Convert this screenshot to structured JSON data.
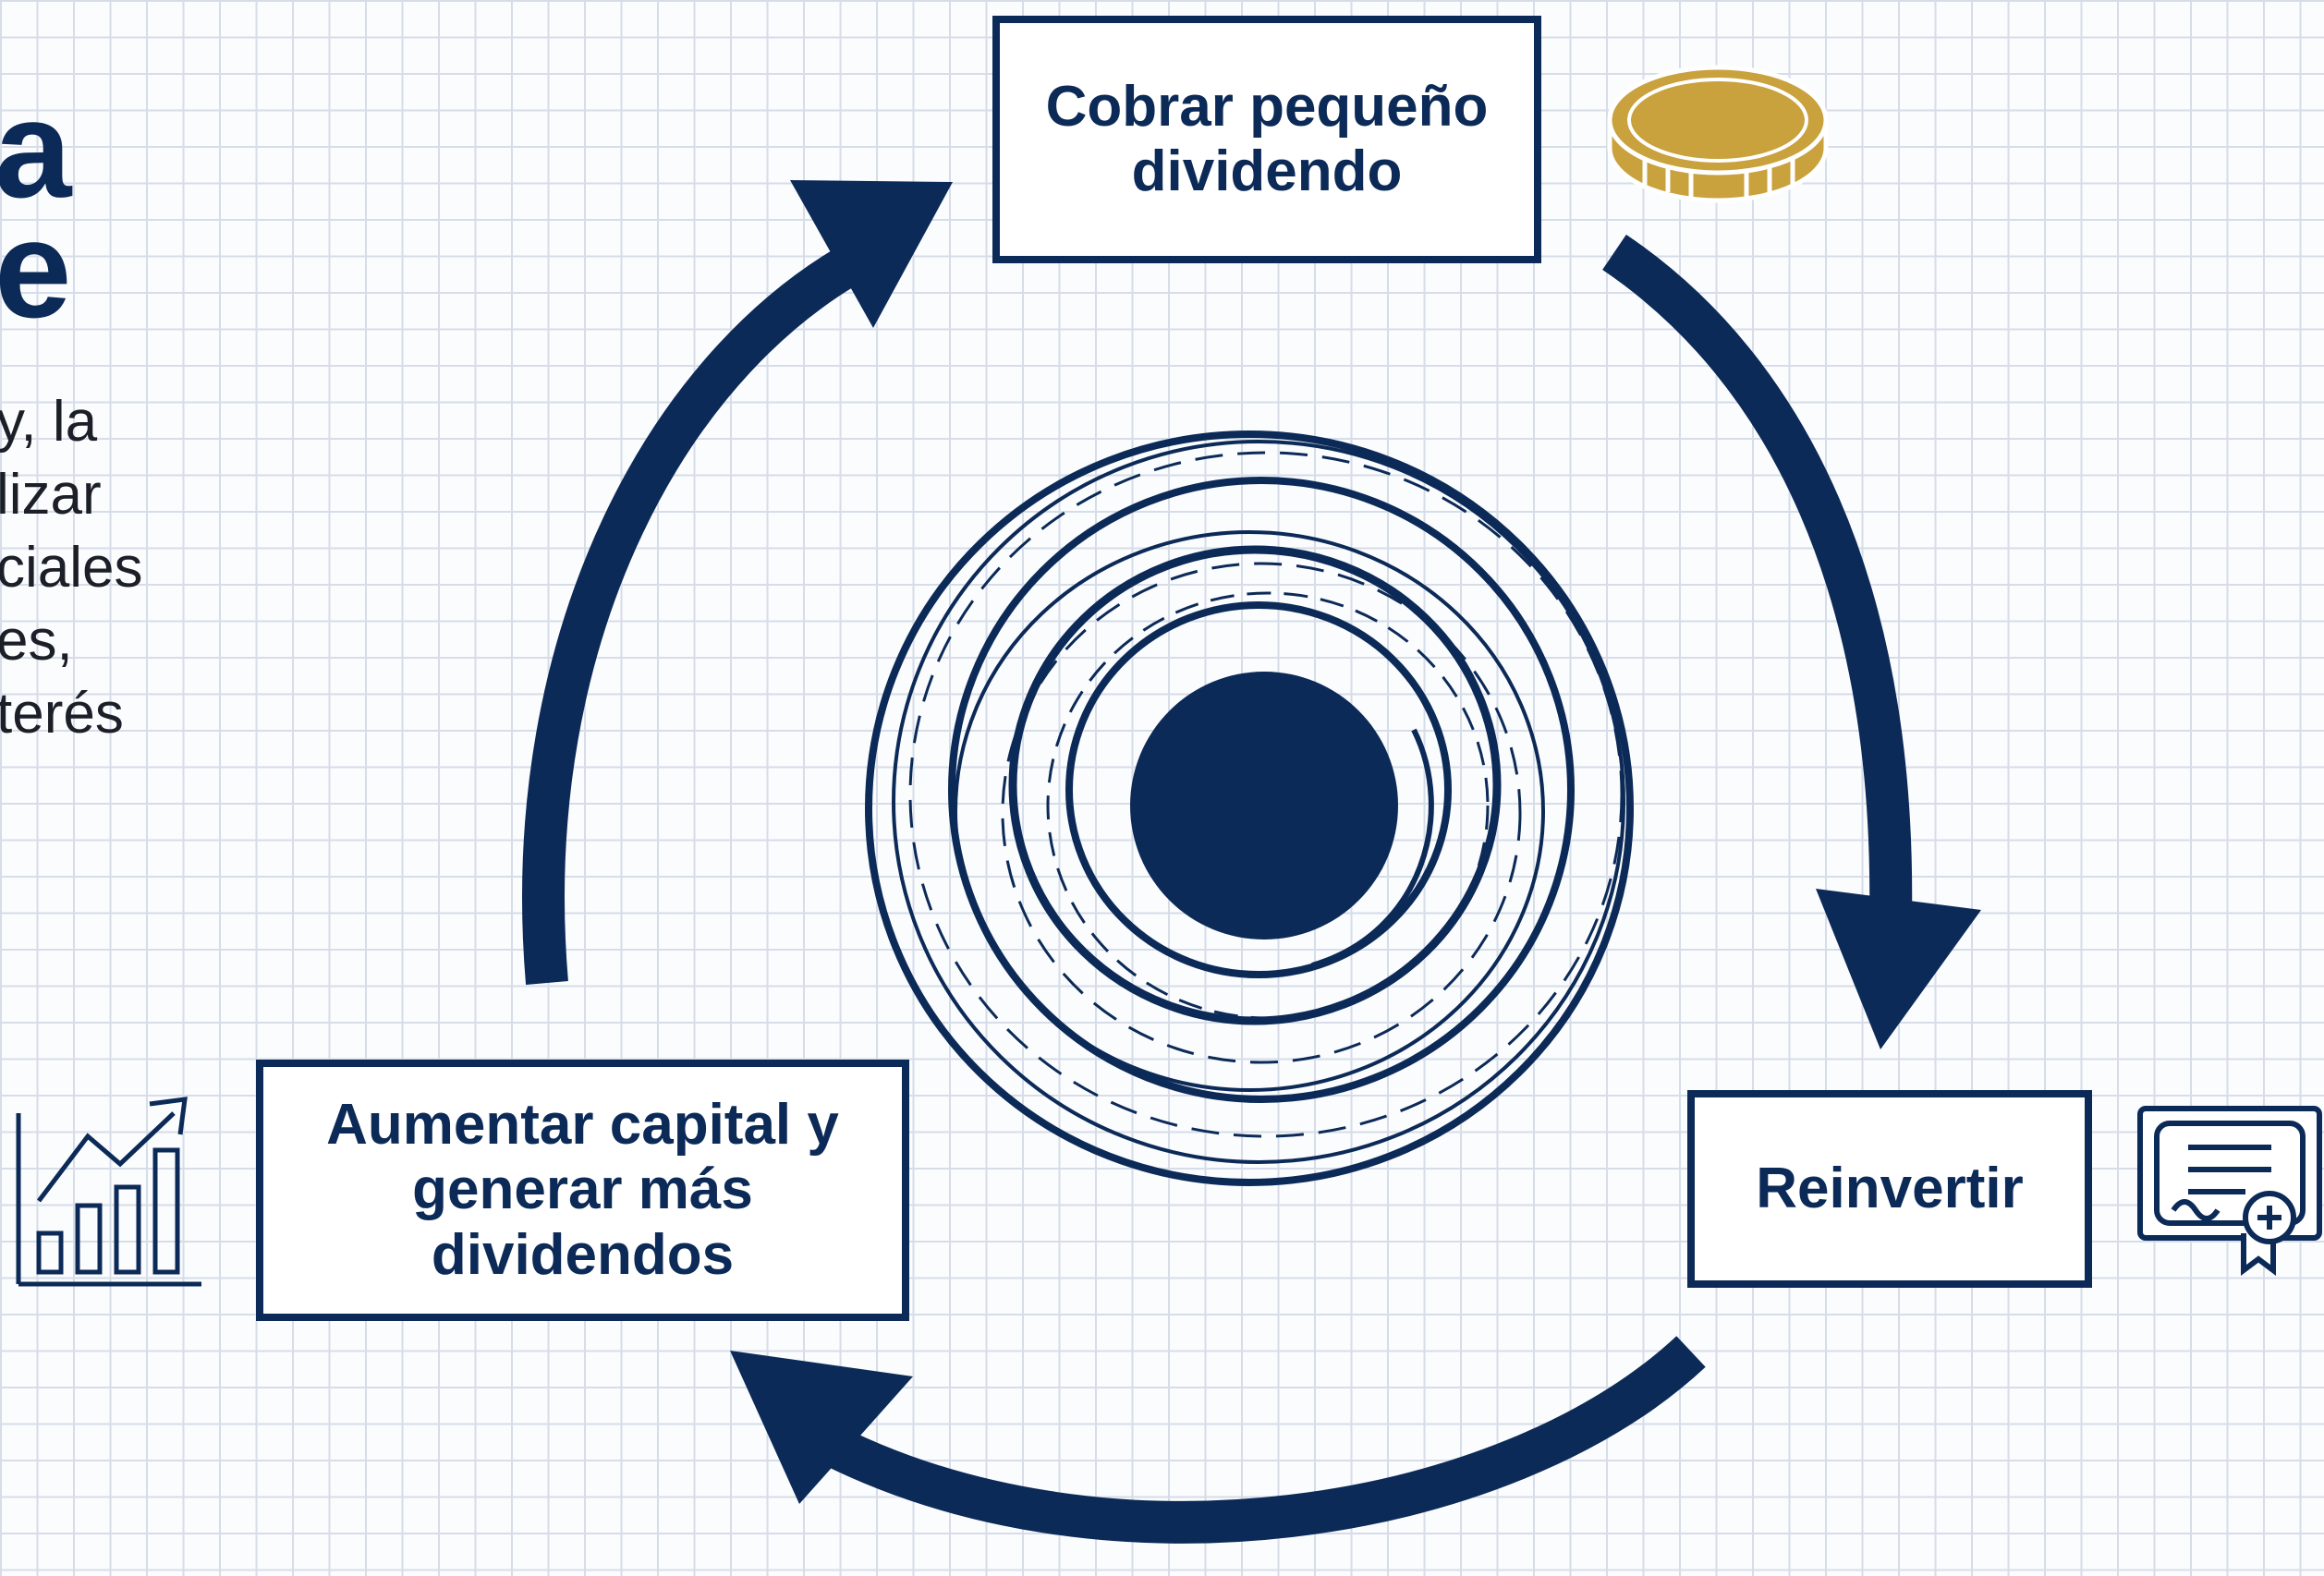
{
  "heading": {
    "lines": [
      "a",
      "e"
    ]
  },
  "intro": {
    "lines": [
      "y, la",
      "lizar",
      "ciales",
      "es,",
      "terés"
    ]
  },
  "cycle": {
    "steps": [
      {
        "label": "Cobrar pequeño\ndividendo",
        "icon": "gold-coin-icon"
      },
      {
        "label": "Reinvertir",
        "icon": "certificate-icon"
      },
      {
        "label": "Aumentar capital y\ngenerar más\ndividendos",
        "icon": "growth-chart-icon"
      }
    ],
    "center_icon": "vortex-icon"
  },
  "colors": {
    "navy": "#0c2a57",
    "gold": "#c9a13d",
    "grid": "#d6dde8",
    "background": "#fbfcfe"
  }
}
